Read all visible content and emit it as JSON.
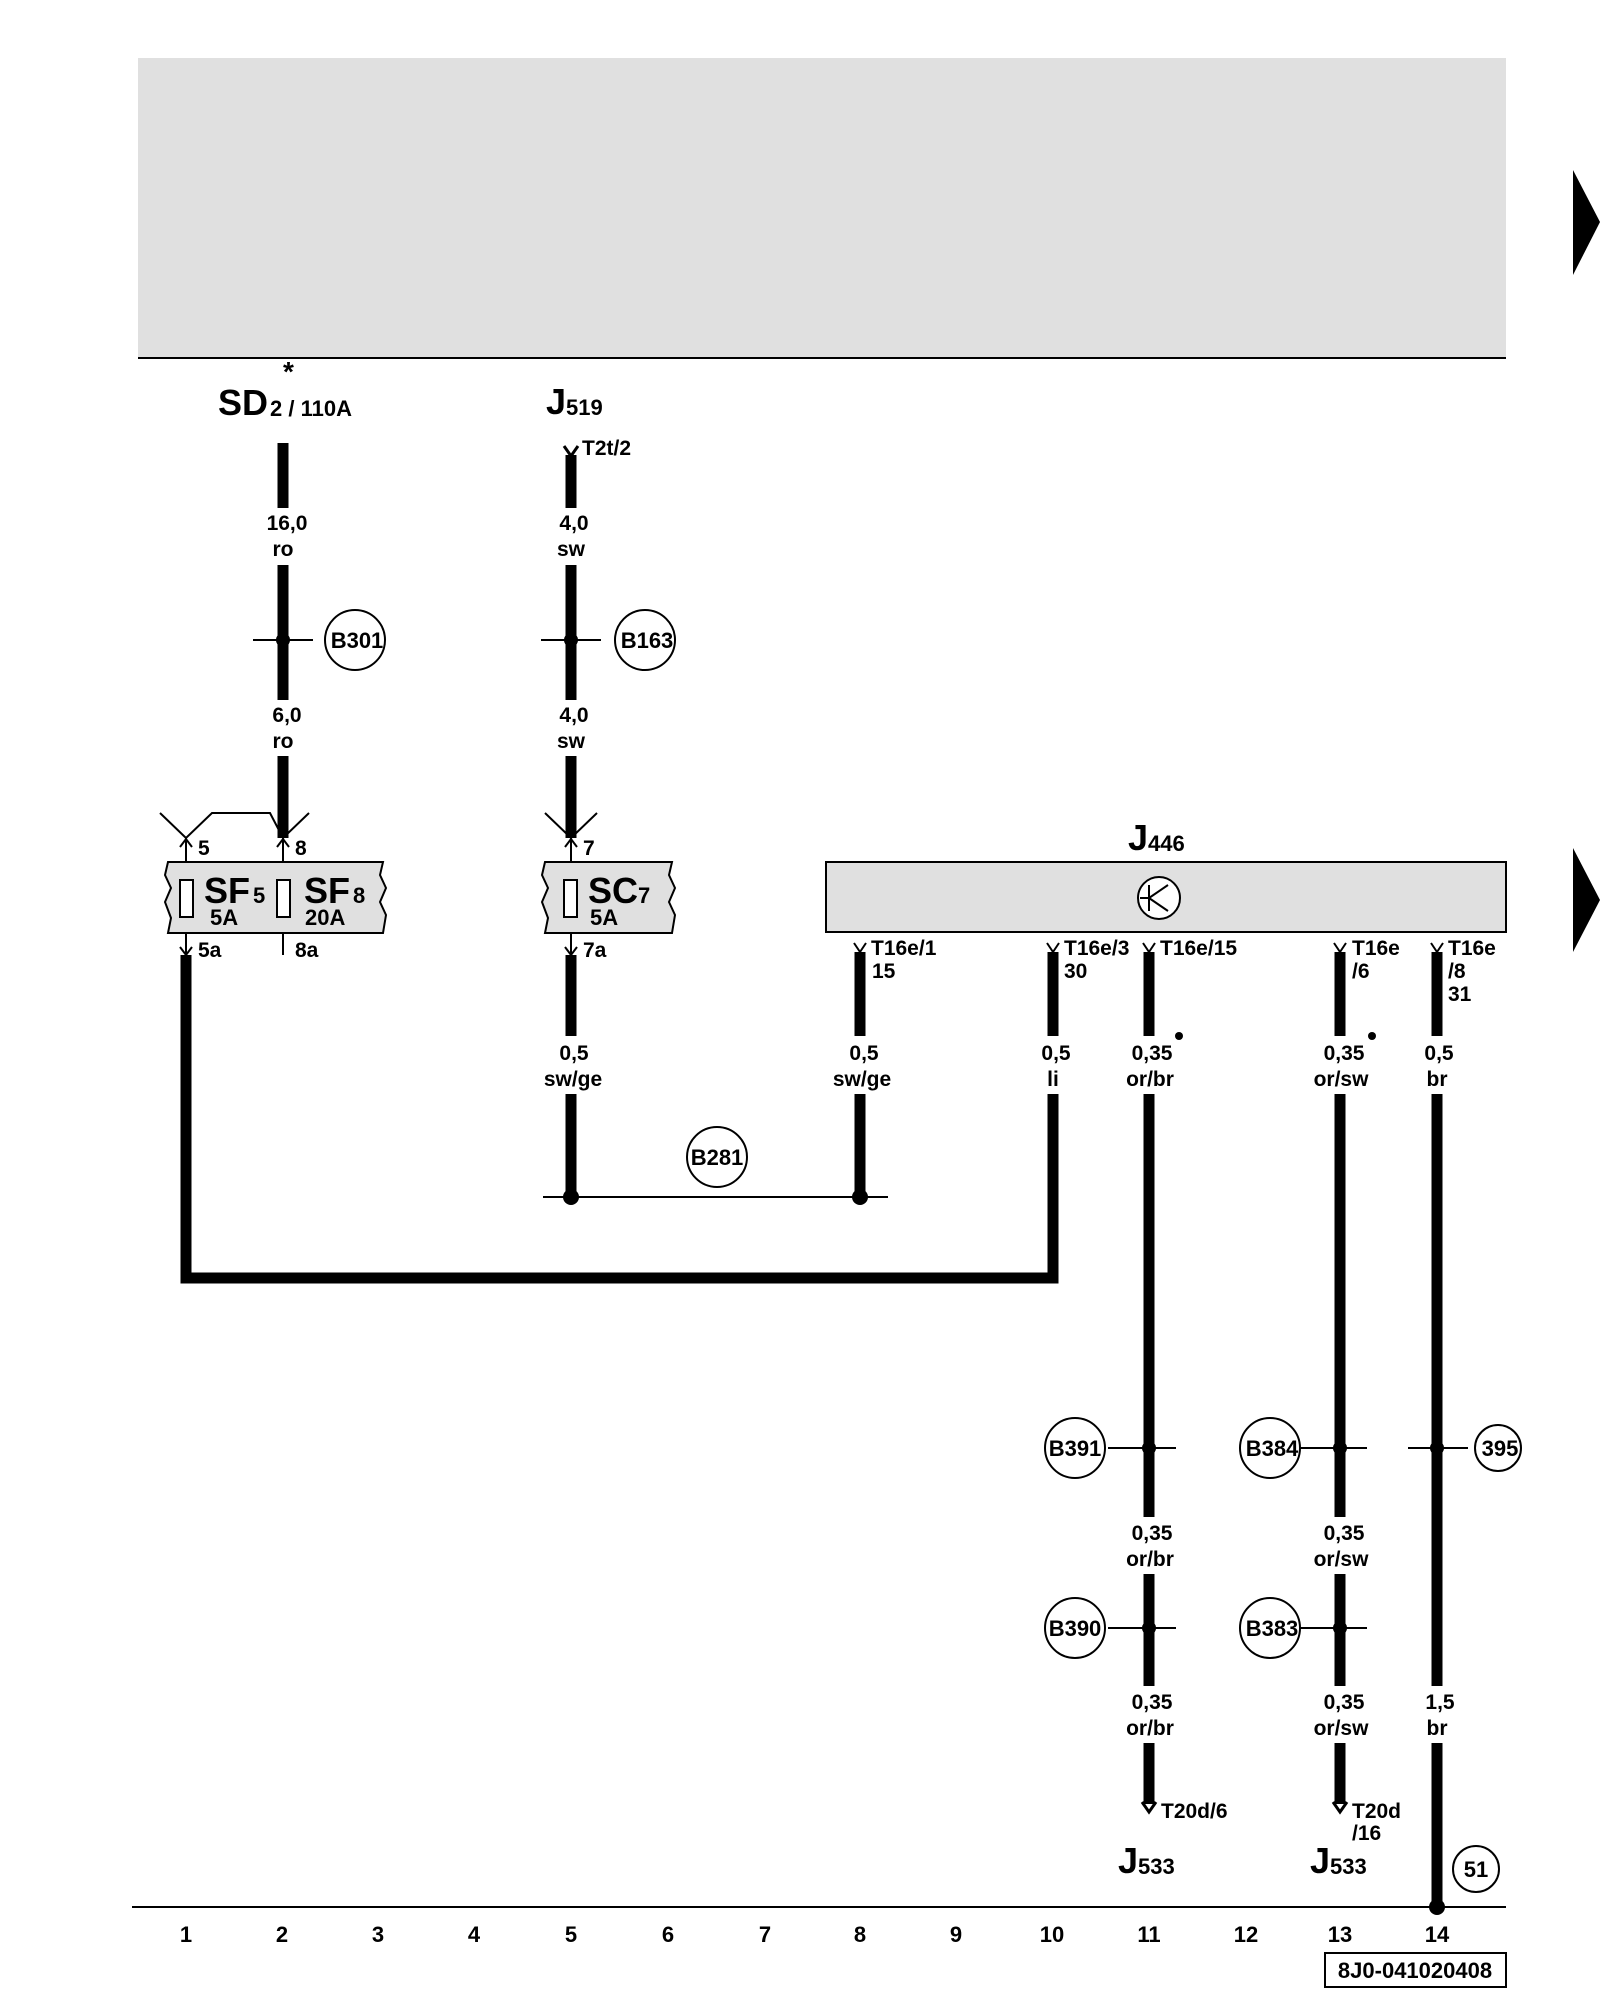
{
  "header": {
    "fill": "#e0e0e0"
  },
  "components": {
    "sd": {
      "main": "SD",
      "sub": "2 / 110A",
      "star": "*"
    },
    "j519": {
      "main": "J",
      "sub": "519"
    },
    "j446": {
      "main": "J",
      "sub": "446"
    },
    "sf5": {
      "main": "SF",
      "sub": "5",
      "rating": "5A"
    },
    "sf8": {
      "main": "SF",
      "sub": "8",
      "rating": "20A"
    },
    "sc7": {
      "main": "SC",
      "sub": "7",
      "rating": "5A"
    },
    "j533a": {
      "main": "J",
      "sub": "533"
    },
    "j533b": {
      "main": "J",
      "sub": "533"
    }
  },
  "pins": {
    "t2t2": "T2t/2",
    "p5": "5",
    "p8": "8",
    "p7": "7",
    "p5a": "5a",
    "p8a": "8a",
    "p7a": "7a",
    "t16e1": "T16e/1",
    "t16e1b": "15",
    "t16e3": "T16e/3",
    "t16e3b": "30",
    "t16e15": "T16e/15",
    "t16e6": "T16e",
    "t16e6b": "/6",
    "t16e8": "T16e",
    "t16e8b": "/8",
    "t16e8c": "31",
    "t20d6": "T20d/6",
    "t20d16": "T20d",
    "t20d16b": "/16"
  },
  "wires": {
    "w1": {
      "size": "16,0",
      "color": "ro"
    },
    "w2": {
      "size": "6,0",
      "color": "ro"
    },
    "w3": {
      "size": "4,0",
      "color": "sw"
    },
    "w4": {
      "size": "4,0",
      "color": "sw"
    },
    "w5": {
      "size": "0,5",
      "color": "sw/ge"
    },
    "w6": {
      "size": "0,5",
      "color": "sw/ge"
    },
    "w7": {
      "size": "0,5",
      "color": "li"
    },
    "w8": {
      "size": "0,35",
      "color": "or/br"
    },
    "w9": {
      "size": "0,35",
      "color": "or/sw"
    },
    "w10": {
      "size": "0,5",
      "color": "br"
    },
    "w11": {
      "size": "0,35",
      "color": "or/br"
    },
    "w12": {
      "size": "0,35",
      "color": "or/sw"
    },
    "w13": {
      "size": "0,35",
      "color": "or/br"
    },
    "w14": {
      "size": "0,35",
      "color": "or/sw"
    },
    "w15": {
      "size": "1,5",
      "color": "br"
    }
  },
  "connections": {
    "b301": "B301",
    "b163": "B163",
    "b281": "B281",
    "b391": "B391",
    "b384": "B384",
    "c395": "395",
    "b390": "B390",
    "b383": "B383",
    "c51": "51"
  },
  "columns": [
    "1",
    "2",
    "3",
    "4",
    "5",
    "6",
    "7",
    "8",
    "9",
    "10",
    "11",
    "12",
    "13",
    "14"
  ],
  "doc_id": "8J0-041020408"
}
